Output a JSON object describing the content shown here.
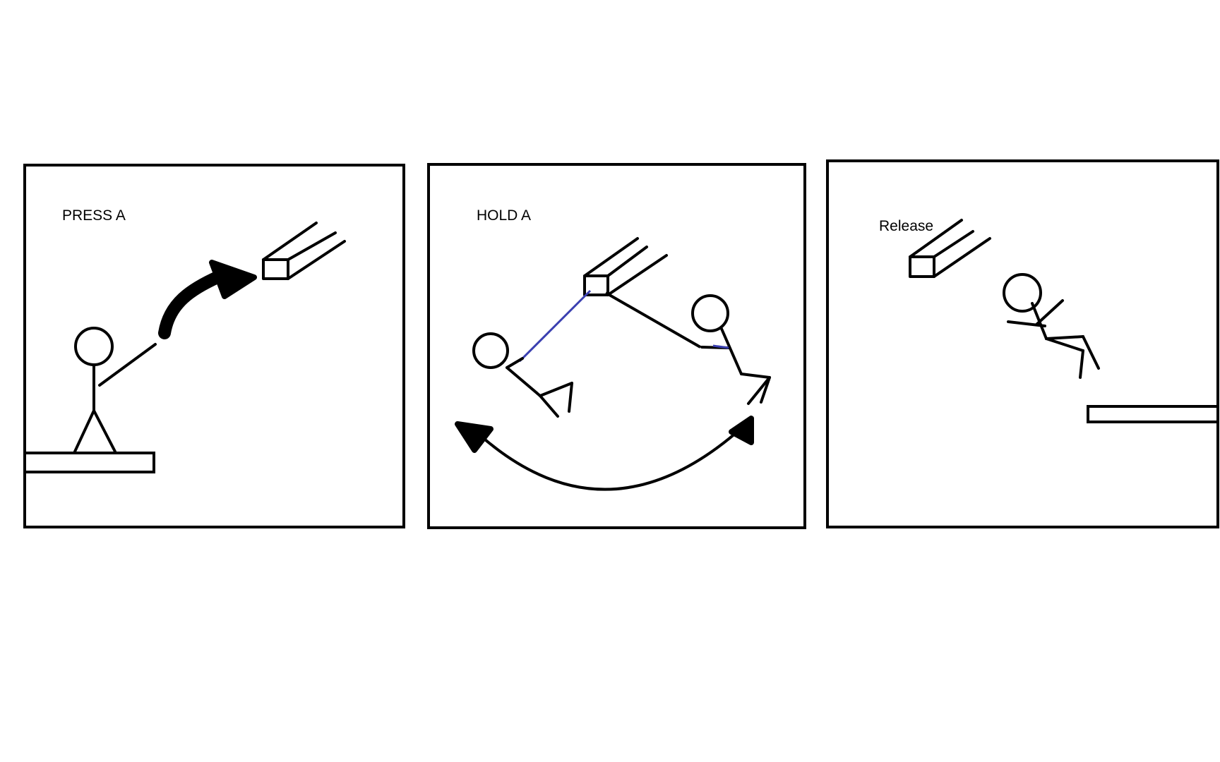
{
  "panels": [
    {
      "caption": "PRESS A"
    },
    {
      "caption": "HOLD A"
    },
    {
      "caption": "Release"
    }
  ],
  "colors": {
    "ink": "#000000",
    "grapple_line": "#3a3fb0",
    "background": "#ffffff"
  }
}
